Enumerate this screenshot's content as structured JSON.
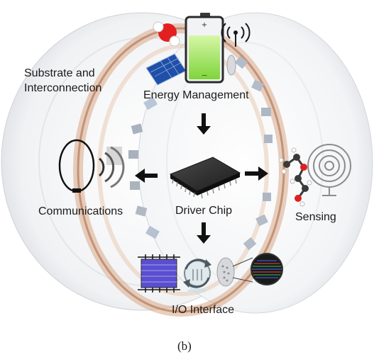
{
  "labels": {
    "substrate_line1": "Substrate and",
    "substrate_line2": "Interconnection",
    "energy": "Energy Management",
    "driver": "Driver Chip",
    "communications": "Communications",
    "sensing": "Sensing",
    "io": "I/O Interface"
  },
  "caption": "(b)",
  "icons": {
    "battery": "battery-icon",
    "molecule_top": "water-molecule-icon",
    "solar": "solar-panel-icon",
    "antenna": "wireless-antenna-icon",
    "chip": "driver-chip-icon",
    "coil": "loop-antenna-icon",
    "waves": "signal-waves-icon",
    "sensor_coil": "spiral-sensor-icon",
    "sensor_molecule": "molecule-icon",
    "display": "display-array-icon",
    "rotate": "rotation-icon",
    "pixel": "pixel-display-icon"
  },
  "colors": {
    "battery_fill": "#8ee04a",
    "ring_copper": "#c8906a",
    "arrow": "#111111",
    "chip_body": "#2a2a2a"
  }
}
